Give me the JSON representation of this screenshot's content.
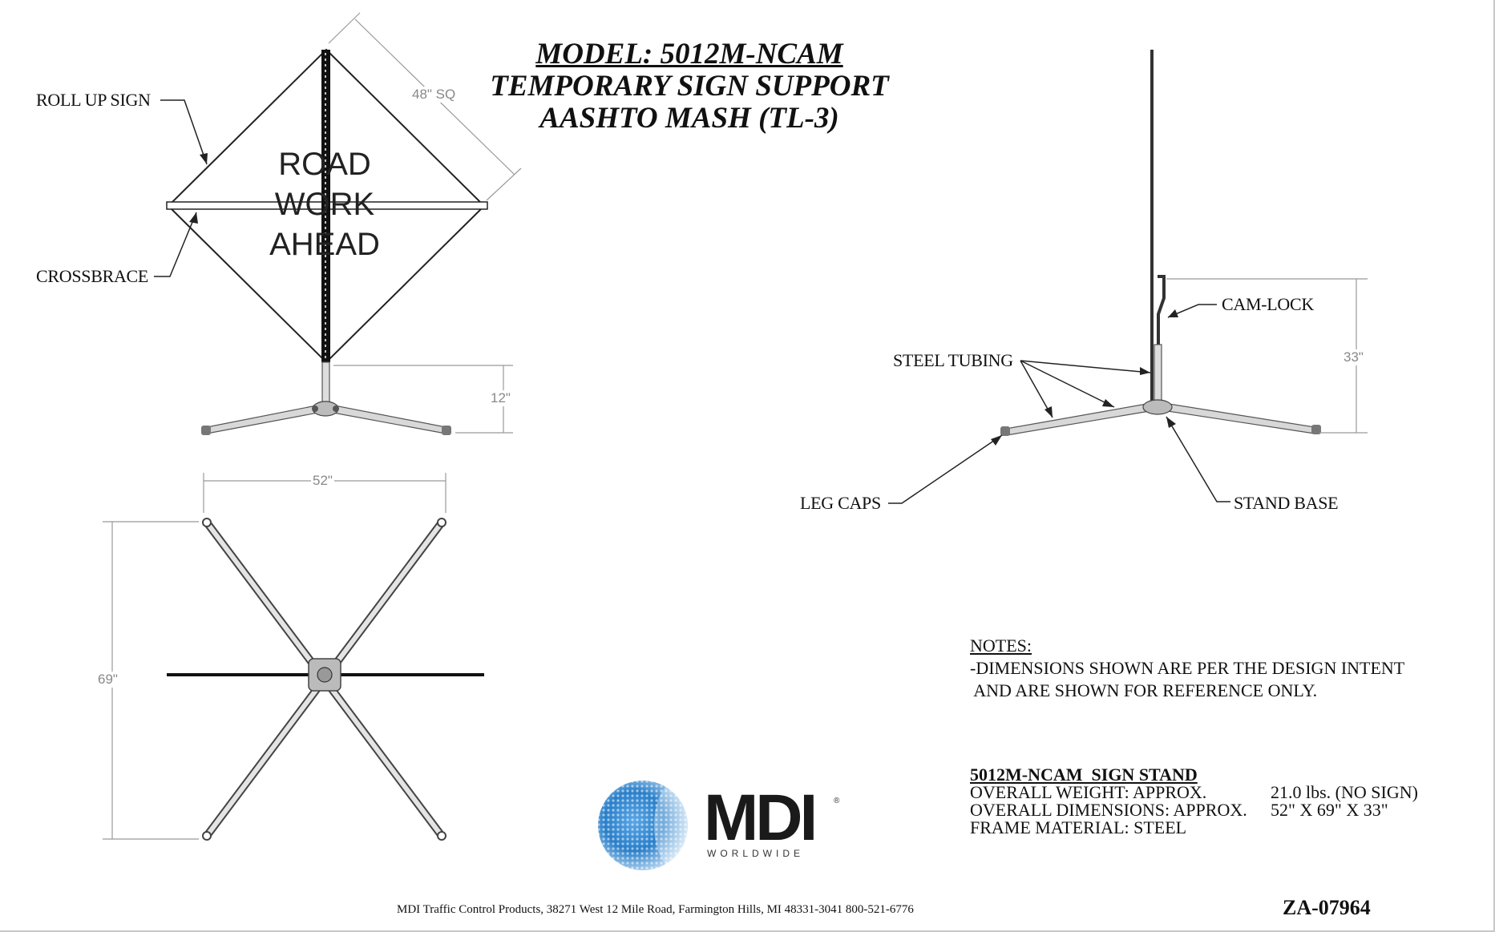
{
  "title": {
    "model": "MODEL: 5012M-NCAM",
    "line2": "TEMPORARY SIGN SUPPORT",
    "line3": "AASHTO MASH (TL-3)"
  },
  "front_view": {
    "sign_text": [
      "ROAD",
      "WORK",
      "AHEAD"
    ],
    "labels": {
      "roll_up_sign": "ROLL UP SIGN",
      "crossbrace": "CROSSBRACE"
    },
    "dims": {
      "sign_size": "48\" SQ",
      "base_height": "12\""
    }
  },
  "top_view": {
    "dims": {
      "width": "52\"",
      "depth": "69\""
    }
  },
  "side_view": {
    "labels": {
      "cam_lock": "CAM-LOCK",
      "steel_tubing": "STEEL TUBING",
      "leg_caps": "LEG CAPS",
      "stand_base": "STAND BASE"
    },
    "dims": {
      "height": "33\""
    }
  },
  "notes": {
    "heading": "NOTES:",
    "line1": "-DIMENSIONS SHOWN ARE PER THE DESIGN INTENT",
    "line2": " AND ARE SHOWN FOR REFERENCE ONLY."
  },
  "spec": {
    "heading": "5012M-NCAM  SIGN STAND",
    "rows": [
      {
        "key": "OVERALL WEIGHT: APPROX.",
        "value": "21.0 lbs. (NO SIGN)"
      },
      {
        "key": "OVERALL DIMENSIONS: APPROX.",
        "value": "52\" X 69\" X 33\""
      },
      {
        "key": "FRAME MATERIAL: STEEL",
        "value": ""
      }
    ]
  },
  "logo": {
    "name": "MDI",
    "registered": "®",
    "tagline": "WORLDWIDE",
    "globe_color": "#2a7fc9"
  },
  "footer": "MDI Traffic Control Products, 38271 West 12 Mile Road, Farmington Hills, MI  48331-3041   800-521-6776",
  "doc_number": "ZA-07964"
}
